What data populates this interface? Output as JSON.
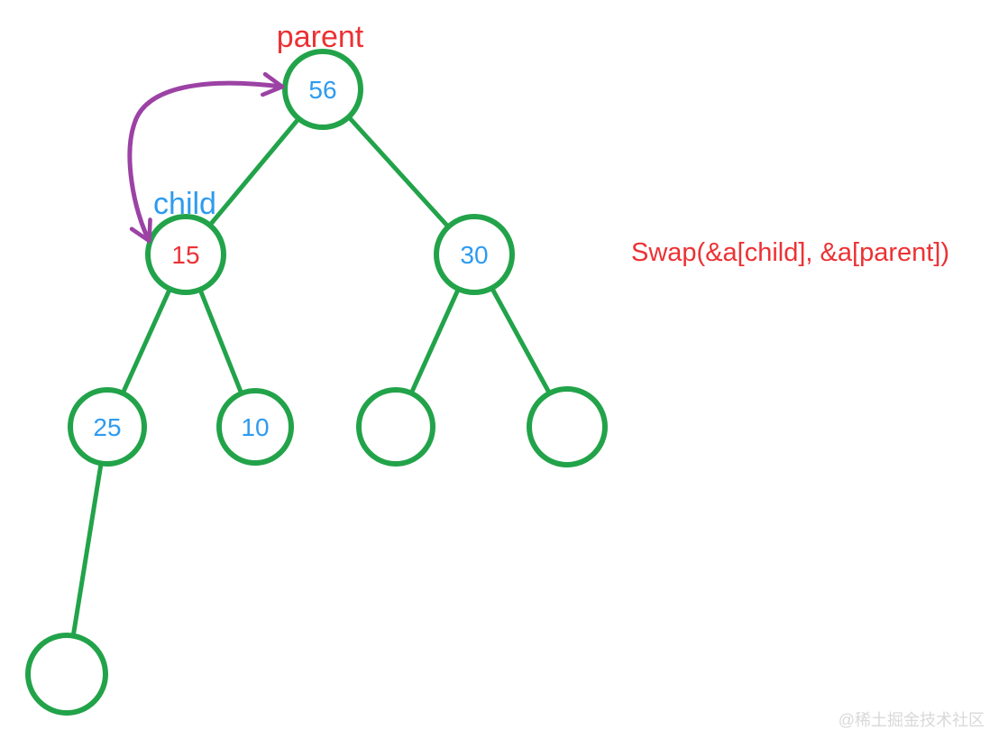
{
  "diagram": {
    "type": "binary-tree",
    "labels": {
      "parent": "parent",
      "child": "child"
    },
    "annotation": "Swap(&a[child], &a[parent])",
    "nodes": [
      {
        "id": "root",
        "value": "56"
      },
      {
        "id": "left",
        "value": "15"
      },
      {
        "id": "right",
        "value": "30"
      },
      {
        "id": "left-left",
        "value": "25"
      },
      {
        "id": "left-right",
        "value": "10"
      },
      {
        "id": "right-left",
        "value": ""
      },
      {
        "id": "right-right",
        "value": ""
      },
      {
        "id": "left-left-left",
        "value": ""
      }
    ],
    "edges": [
      [
        "root",
        "left"
      ],
      [
        "root",
        "right"
      ],
      [
        "left",
        "left-left"
      ],
      [
        "left",
        "left-right"
      ],
      [
        "right",
        "right-left"
      ],
      [
        "right",
        "right-right"
      ],
      [
        "left-left",
        "left-left-left"
      ]
    ],
    "swap_arrow": {
      "between": [
        "left",
        "root"
      ],
      "double_headed": true
    },
    "colors": {
      "tree_green": "#22a34a",
      "arrow_purple": "#9c42a5",
      "value_blue": "#2e9bf0",
      "label_red": "#ec3134",
      "watermark_gray": "#d9d9d9"
    }
  },
  "watermark": "@稀土掘金技术社区"
}
